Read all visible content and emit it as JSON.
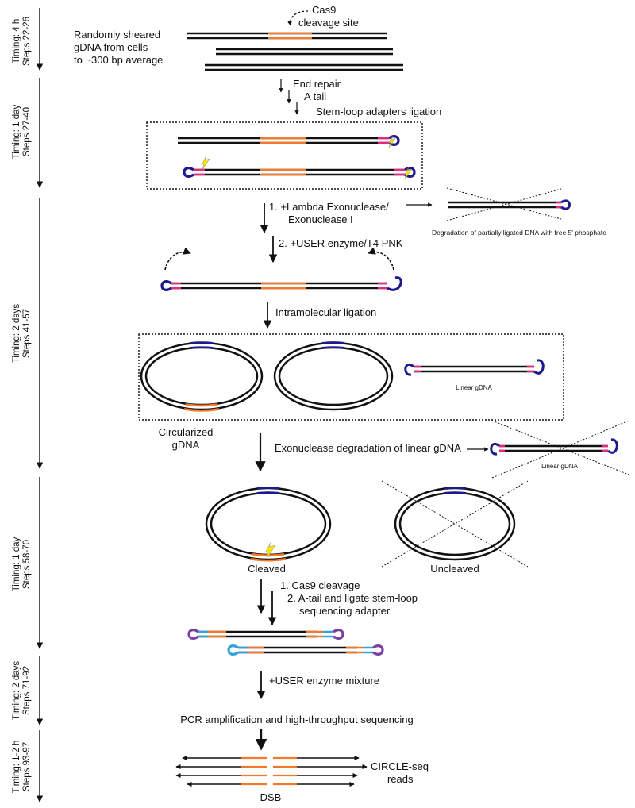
{
  "colors": {
    "dna": "#111111",
    "cleavage_site": "#f47a2b",
    "adapter_loop": "#1c1a8c",
    "adapter_uracil": "#e6287f",
    "seq_adapter_purple": "#7b3fa3",
    "seq_adapter_cyan": "#34a4d8",
    "lightning": "#f5e30a"
  },
  "timeline": [
    {
      "timing": "Timing: 4 h",
      "steps": "Steps 22-26"
    },
    {
      "timing": "Timing: 1 day",
      "steps": "Steps 27-40"
    },
    {
      "timing": "Timing: 2 days",
      "steps": "Steps 41-57"
    },
    {
      "timing": "Timing: 1 day",
      "steps": "Steps 58-70"
    },
    {
      "timing": "Timing: 2 days",
      "steps": "Steps 71-92"
    },
    {
      "timing": "Timing: 1-2 h",
      "steps": "Steps 93-97"
    }
  ],
  "step1": {
    "text_lines": [
      "Randomly sheared",
      "gDNA from cells",
      "to ~300 bp average"
    ],
    "cas9_label_lines": [
      "Cas9",
      "cleavage site"
    ]
  },
  "step2": {
    "end_repair": "End repair",
    "a_tail": "A tail",
    "stem_loop": "Stem-loop adapters ligation"
  },
  "step3": {
    "exo_line1": "1. +Lambda Exonuclease/",
    "exo_line2": "Exonuclease I",
    "user_pnk": "2. +USER enzyme/T4 PNK",
    "degradation_note": "Degradation of partially ligated DNA with free 5' phosphate",
    "intramolecular": "Intramolecular ligation",
    "linear_gdna": "Linear gDNA",
    "circularized_lines": [
      "Circularized",
      "gDNA"
    ],
    "exo_degradation": "Exonuclease degradation of linear gDNA",
    "linear_gdna_right": "Linear gDNA"
  },
  "step4": {
    "cleaved": "Cleaved",
    "uncleaved": "Uncleaved",
    "cas9_cleavage": "1. Cas9 cleavage",
    "atail_line1": "2. A-tail and ligate stem-loop",
    "atail_line2": "sequencing adapter"
  },
  "step5": {
    "user_mixture": "+USER enzyme mixture",
    "pcr": "PCR amplification and high-throughput sequencing"
  },
  "step6": {
    "reads_lines": [
      "CIRCLE-seq",
      "reads"
    ],
    "dsb": "DSB"
  },
  "icons": [
    "lightning-icon",
    "arrow-icon"
  ]
}
